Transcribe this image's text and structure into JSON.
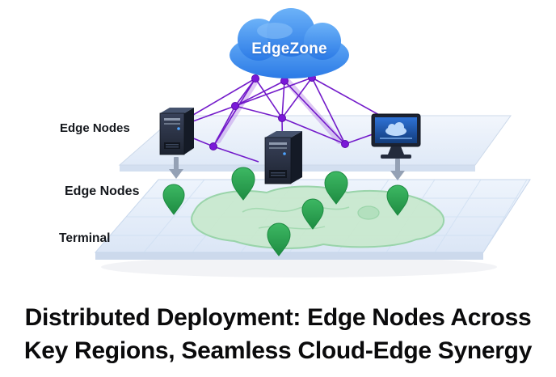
{
  "diagram": {
    "cloud_label": "EdgeZone",
    "layers": [
      {
        "label": "Edge Nodes"
      },
      {
        "label": "Edge Nodes"
      },
      {
        "label": "Terminal"
      }
    ],
    "title_line1": "Distributed Deployment: Edge Nodes Across",
    "title_line2": "Key Regions, Seamless Cloud-Edge Synergy",
    "colors": {
      "cloud_blue_top": "#5fa9f6",
      "cloud_blue_bottom": "#2f7fe8",
      "network_purple": "#6d10c8",
      "network_purple_light": "#b07ae6",
      "pin_green": "#2aa353",
      "map_green_fill": "#c9e9cf",
      "map_green_stroke": "#96d3a6",
      "platform_fill": "#ebf2fa",
      "platform_edge": "#ccd9ea",
      "device_dark": "#273043",
      "arrow_gray": "#94a1b5",
      "title_color": "#0b0b0c"
    }
  }
}
